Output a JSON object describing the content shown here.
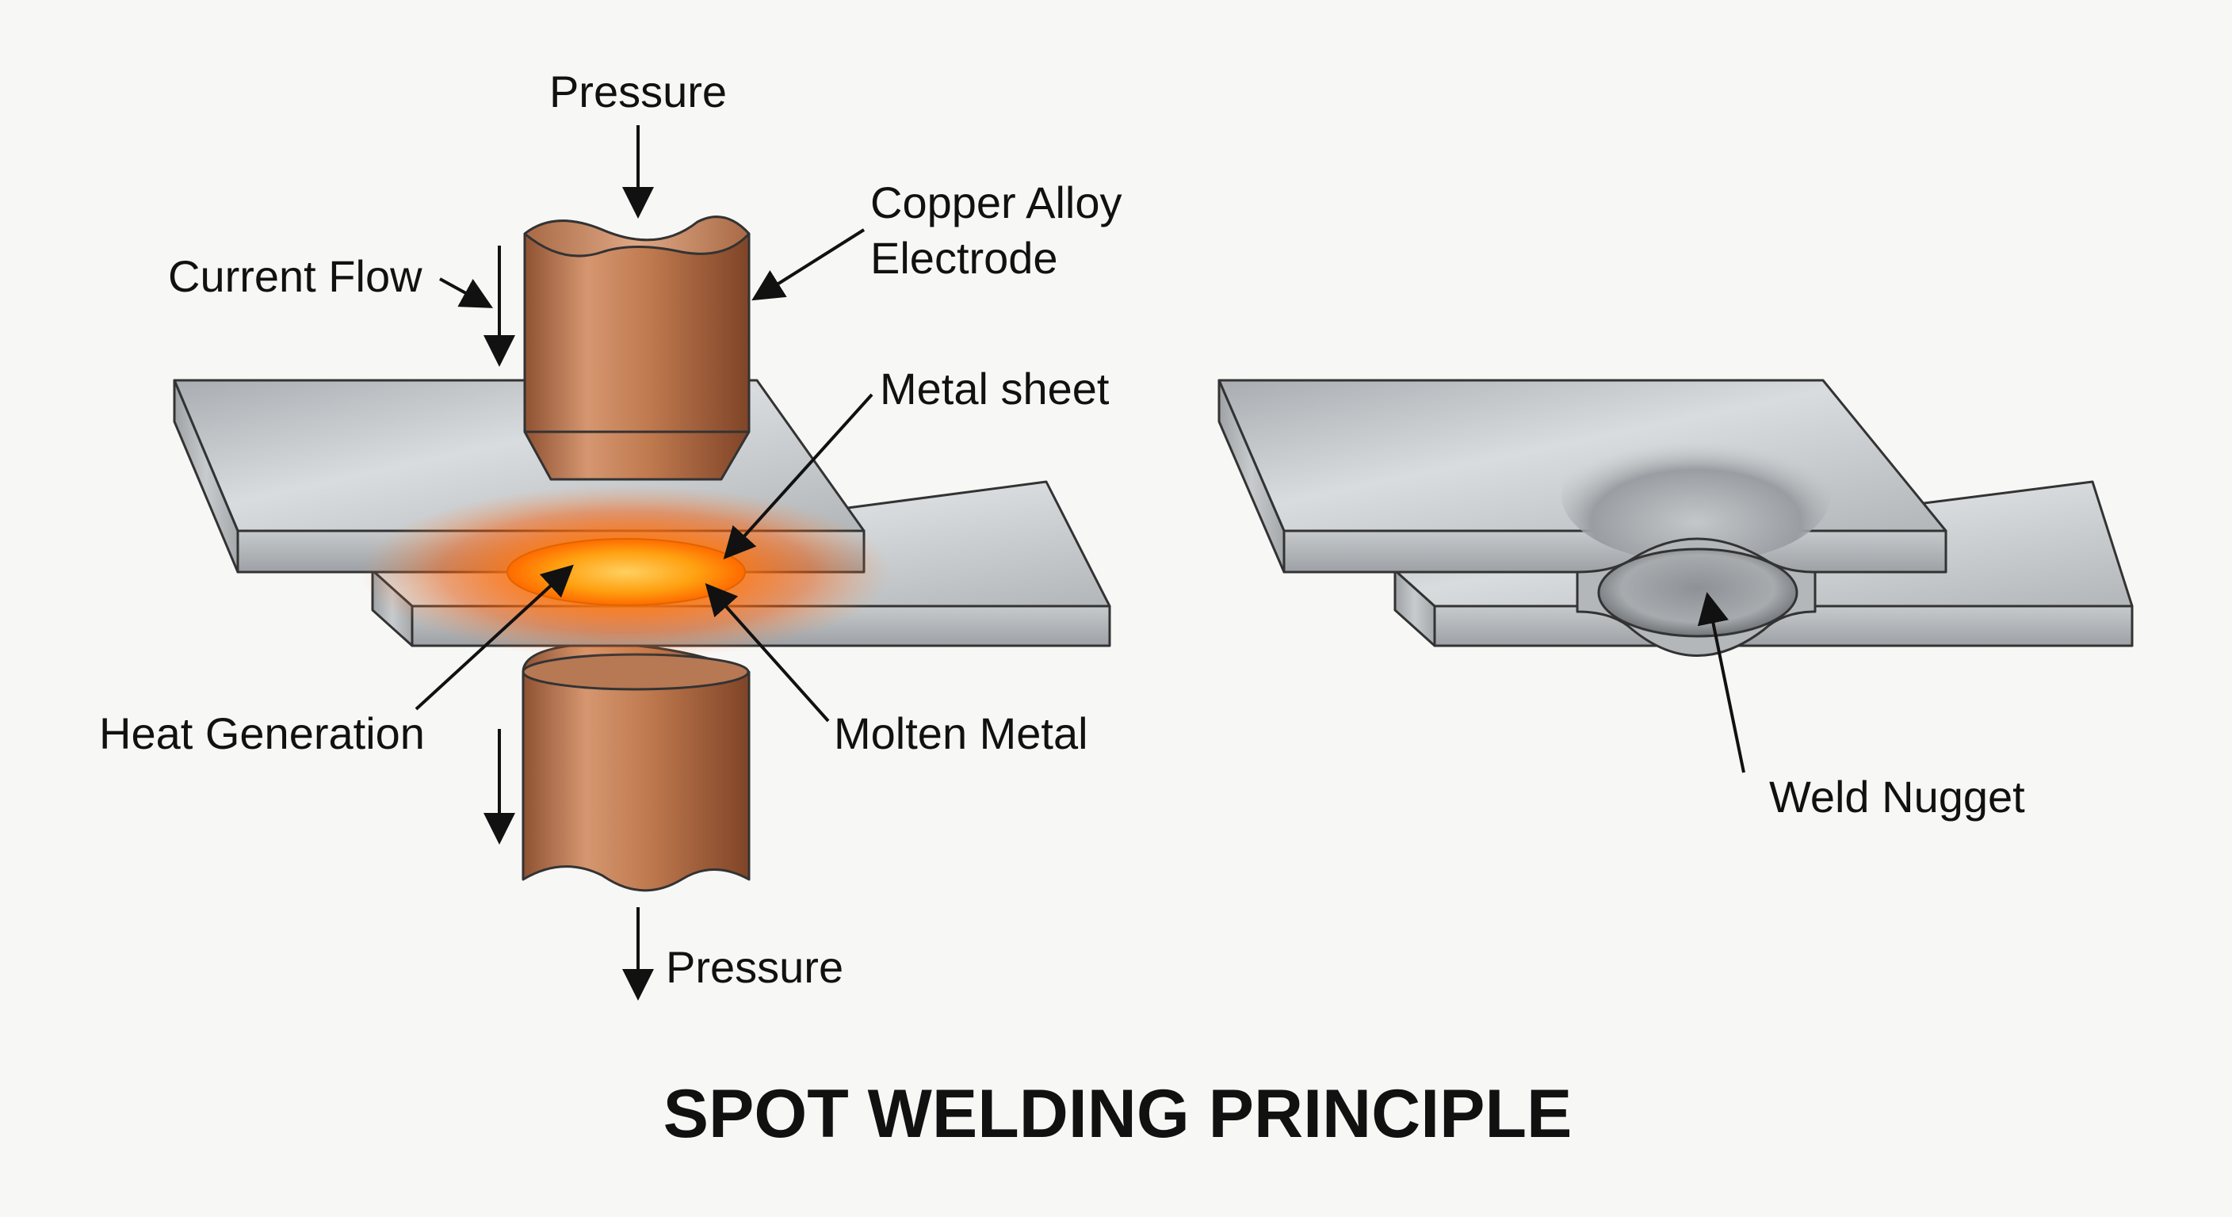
{
  "title": "SPOT WELDING PRINCIPLE",
  "labels": {
    "pressure_top": "Pressure",
    "pressure_bottom": "Pressure",
    "current_flow": "Current Flow",
    "electrode_line1": "Copper Alloy",
    "electrode_line2": "Electrode",
    "metal_sheet": "Metal sheet",
    "heat_generation": "Heat Generation",
    "molten_metal": "Molten Metal",
    "weld_nugget": "Weld Nugget"
  },
  "colors": {
    "copper": "#c07a4f",
    "copper_dark": "#8f5232",
    "metal": "#bfc3c6",
    "metal_dark": "#8b8f93",
    "heat_core": "#ffb020",
    "heat_glow": "#ff5a00",
    "text": "#111111"
  }
}
